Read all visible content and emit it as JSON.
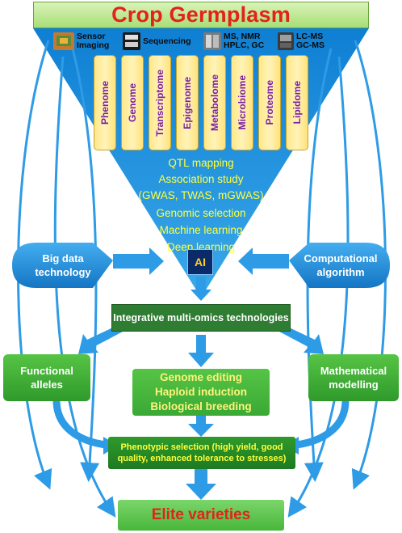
{
  "title": "Crop Germplasm",
  "technologies": [
    {
      "label": "Sensor\nImaging",
      "icon": "sensor-imaging-icon"
    },
    {
      "label": "Sequencing",
      "icon": "sequencer-icon"
    },
    {
      "label": "MS, NMR\nHPLC, GC",
      "icon": "ms-instrument-icon"
    },
    {
      "label": "LC-MS\nGC-MS",
      "icon": "lcms-instrument-icon"
    }
  ],
  "omics": [
    "Phenome",
    "Genome",
    "Transcriptome",
    "Epigenome",
    "Metabolome",
    "Microbiome",
    "Proteome",
    "Lipidome"
  ],
  "methods": [
    "QTL mapping",
    "Association study",
    "(GWAS, TWAS, mGWAS)",
    "Genomic selection",
    "Machine learning",
    "Deep learning"
  ],
  "left_input": "Big data\ntechnology",
  "right_input": "Computational\nalgorithm",
  "ai_label": "AI",
  "integrative": "Integrative multi-omics technologies",
  "functional": "Functional\nalleles",
  "mathematical": "Mathematical\nmodelling",
  "breeding": [
    "Genome editing",
    "Haploid induction",
    "Biological breeding"
  ],
  "phenotypic": "Phenotypic selection (high yield, good\nquality, enhanced tolerance to stresses)",
  "elite": "Elite varieties",
  "colors": {
    "funnel_blue": "#1c8ddb",
    "arrow_blue": "#2e9be6",
    "title_red": "#e2231a",
    "omics_text": "#7b1fa2",
    "method_yellow": "#ffff3a",
    "box_green": "#3aa935",
    "dark_green": "#2f7d32"
  }
}
